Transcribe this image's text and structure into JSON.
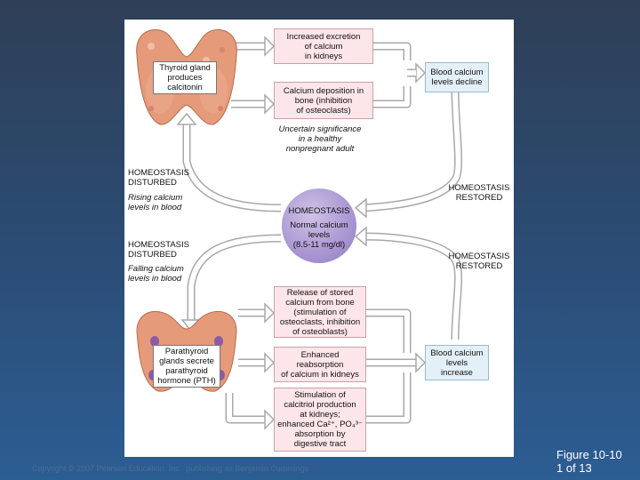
{
  "top_loop": {
    "thyroid_label": "Thyroid gland\nproduces\ncalcitonin",
    "excretion": "Increased excretion\nof calcium\nin kidneys",
    "deposition": "Calcium deposition in\nbone (inhibition\nof osteoclasts)",
    "result": "Blood calcium\nlevels decline",
    "uncertain": "Uncertain significance\nin a healthy\nnonpregnant adult"
  },
  "middle": {
    "disturbed_1": "HOMEOSTASIS\nDISTURBED",
    "rising": "Rising calcium\nlevels in blood",
    "restored_1": "HOMEOSTASIS\nRESTORED",
    "homeostasis": "HOMEOSTASIS",
    "normal": "Normal calcium\nlevels\n(8.5-11 mg/dl)",
    "disturbed_2": "HOMEOSTASIS\nDISTURBED",
    "falling": "Falling calcium\nlevels in blood",
    "restored_2": "HOMEOSTASIS\nRESTORED"
  },
  "bottom_loop": {
    "release": "Release of stored\ncalcium from bone\n(stimulation of\nosteoclasts, inhibition\nof osteoblasts)",
    "parathyroid_label": "Parathyroid\nglands secrete\nparathyroid\nhormone (PTH)",
    "reabsorption": "Enhanced\nreabsorption\nof calcium in kidneys",
    "result": "Blood calcium\nlevels\nincrease",
    "calcitriol_1": "Stimulation of\ncalcitriol production\nat kidneys;",
    "calcitriol_2": "enhanced Ca²⁺, PO₄³⁻",
    "calcitriol_3": "absorption by\ndigestive tract"
  },
  "footer": {
    "copyright": "Copyright © 2007 Pearson Education, Inc., publishing as Benjamin Cummings",
    "figure": "Figure 10-10\n1 of 13"
  },
  "colors": {
    "background_top": "#2f3f57",
    "background_bottom": "#2c5d93",
    "effect_box": "#fde6ea",
    "result_box": "#e4f0f8",
    "homeostasis_circle": "#a996d2",
    "gland": "#e59a7a"
  }
}
